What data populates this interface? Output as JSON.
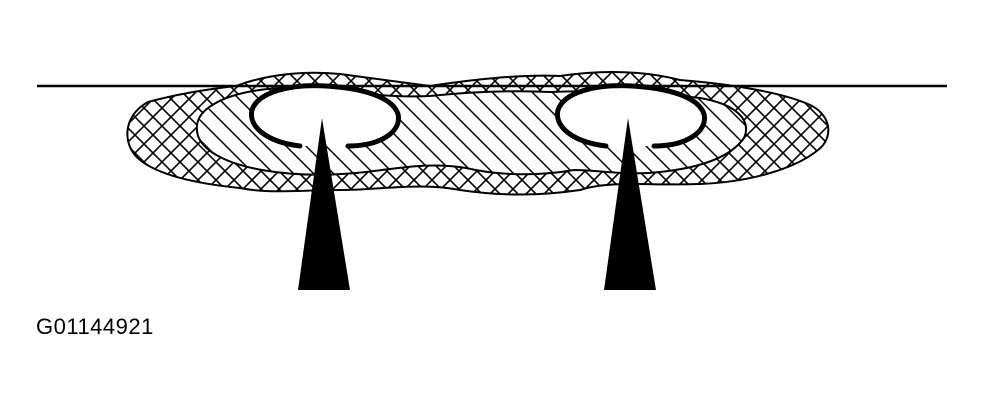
{
  "figure": {
    "id_label": "G01144921",
    "colors": {
      "ink": "#000000",
      "background": "#ffffff"
    },
    "hatch_patterns": [
      "crosshatch-outer-zone",
      "diagonal-hatch-inner-zone"
    ],
    "arrow_count": 2
  }
}
